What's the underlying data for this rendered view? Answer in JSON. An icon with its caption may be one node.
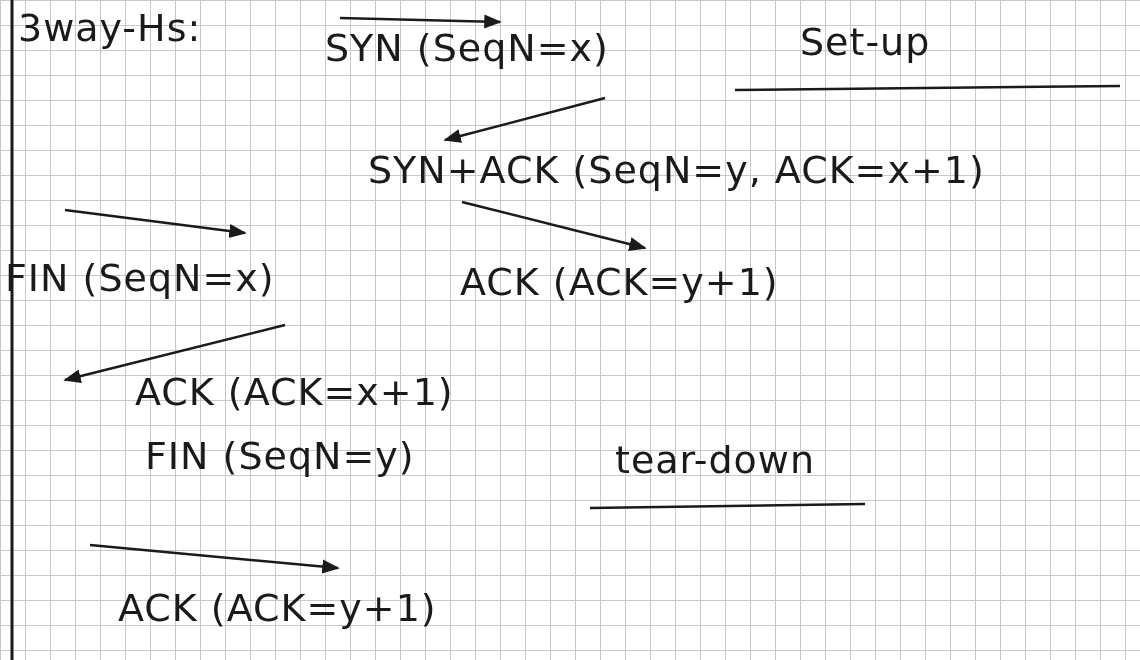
{
  "diagram": {
    "labels": [
      "3way-Hs:",
      "SYN (SeqN=x)",
      "Set-up",
      "SYN+ACK (SeqN=y, ACK=x+1)",
      "FIN (SeqN=x)",
      "ACK (ACK=y+1)",
      "ACK (ACK=x+1)",
      "FIN (SeqN=y)",
      "tear-down",
      "ACK (ACK=y+1)"
    ]
  }
}
